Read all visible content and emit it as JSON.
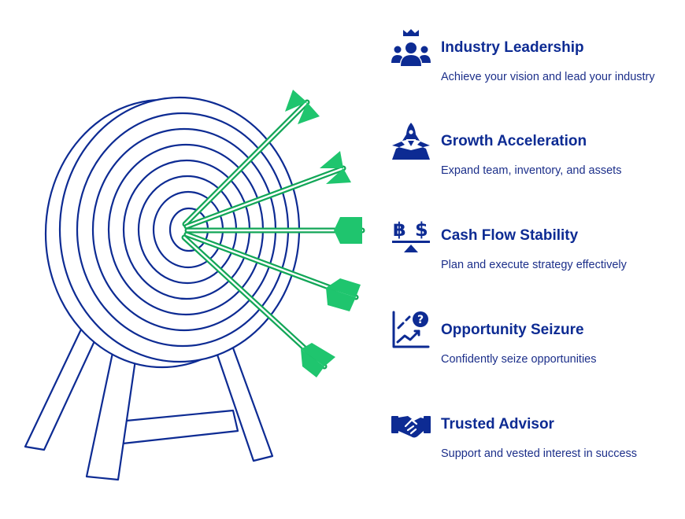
{
  "colors": {
    "primary": "#0d2b93",
    "accent": "#1fc56e",
    "accent_dark": "#129a52"
  },
  "items": [
    {
      "icon": "team-leader-crown-icon",
      "title": "Industry Leadership",
      "description": "Achieve your vision and lead your industry"
    },
    {
      "icon": "rocket-launch-icon",
      "title": "Growth Acceleration",
      "description": "Expand team, inventory, and assets"
    },
    {
      "icon": "currency-balance-icon",
      "title": "Cash Flow Stability",
      "description": "Plan and execute strategy effectively"
    },
    {
      "icon": "growth-chart-question-icon",
      "title": "Opportunity Seizure",
      "description": "Confidently seize opportunities"
    },
    {
      "icon": "handshake-icon",
      "title": "Trusted Advisor",
      "description": "Support and vested interest in success"
    }
  ]
}
